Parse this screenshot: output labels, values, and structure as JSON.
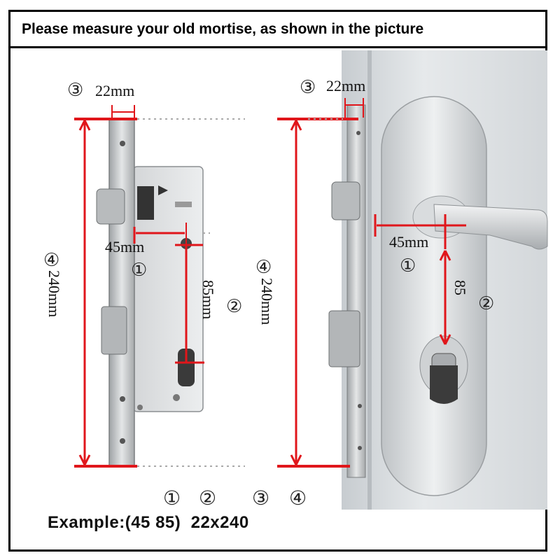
{
  "header": {
    "title": "Please measure your old mortise, as shown in the picture"
  },
  "left_diagram": {
    "faceplate_width_label": "22mm",
    "faceplate_width_marker": "③",
    "backset_label": "45mm",
    "backset_marker": "①",
    "center_distance_label": "85mm",
    "center_distance_marker": "②",
    "length_label": "240mm",
    "length_marker": "④"
  },
  "right_diagram": {
    "faceplate_width_label": "22mm",
    "faceplate_width_marker": "③",
    "backset_label": "45mm",
    "backset_marker": "①",
    "center_distance_label": "85",
    "center_distance_marker": "②",
    "length_label": "240mm",
    "length_marker": "④"
  },
  "example": {
    "markers": [
      "①",
      "②",
      "③",
      "④"
    ],
    "text": "Example:(45 85)  22x240"
  },
  "colors": {
    "measure_line": "#e0161b",
    "door": "#dfe3e6",
    "metal": "#c9ccce"
  }
}
